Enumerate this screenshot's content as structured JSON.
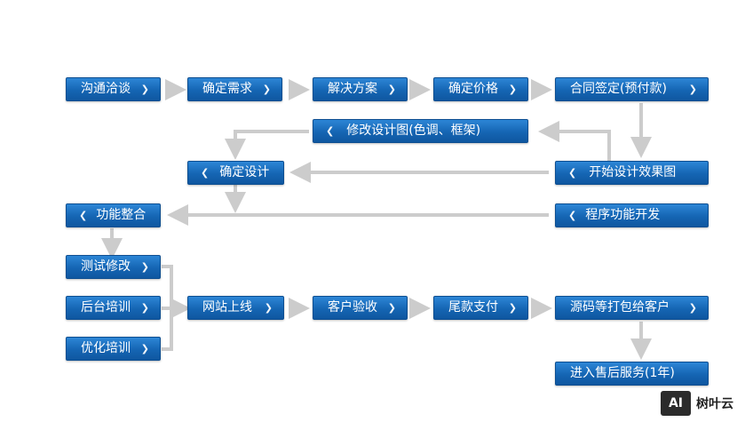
{
  "steps": {
    "s1": "沟通洽谈",
    "s2": "确定需求",
    "s3": "解决方案",
    "s4": "确定价格",
    "s5": "合同签定(预付款)",
    "s6": "修改设计图(色调、框架)",
    "s7": "确定设计",
    "s8": "开始设计效果图",
    "s9": "功能整合",
    "s10": "程序功能开发",
    "s11": "测试修改",
    "s12": "后台培训",
    "s13": "优化培训",
    "s14": "网站上线",
    "s15": "客户验收",
    "s16": "尾款支付",
    "s17": "源码等打包给客户",
    "s18": "进入售后服务(1年)"
  },
  "watermark": {
    "logo": "AI",
    "text": "树叶云"
  },
  "colors": {
    "box": "#1565b3",
    "arrow": "#cccccc",
    "text": "#ffffff"
  }
}
